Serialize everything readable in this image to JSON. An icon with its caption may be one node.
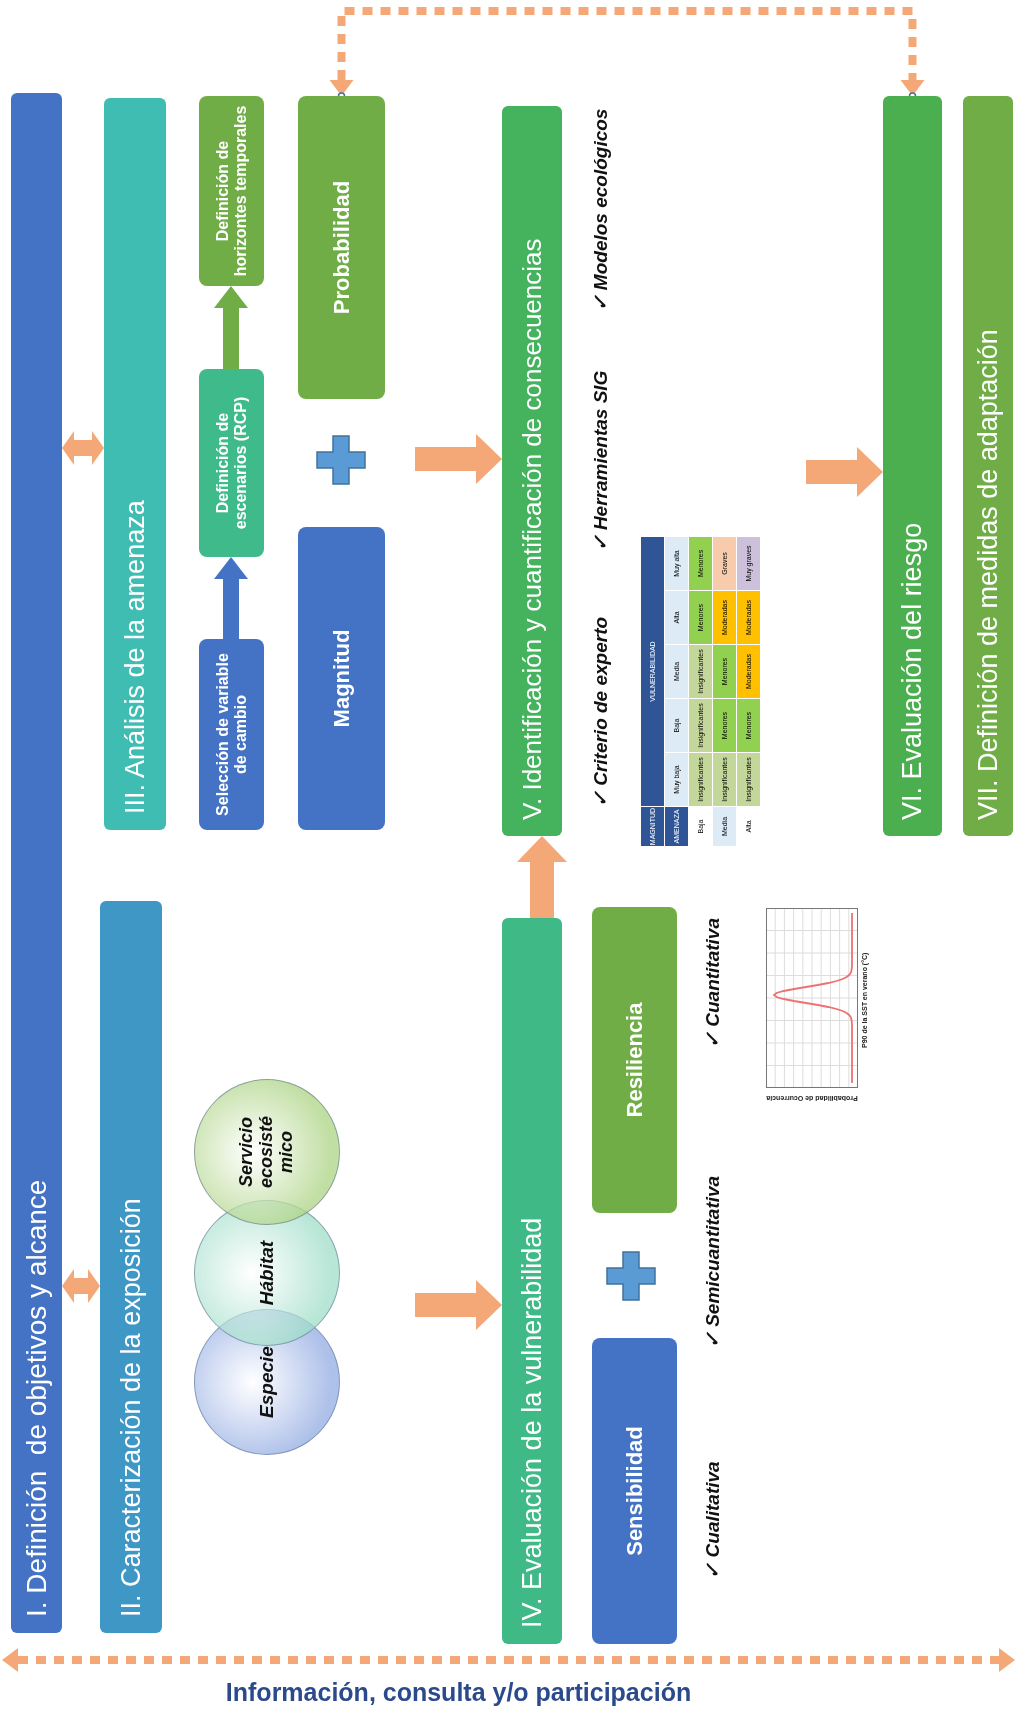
{
  "diagram": {
    "nodes": [
      {
        "text": [
          "I. Definición  de objetivos y alcance"
        ]
      },
      {
        "text": [
          "II. Caracterización de la exposición"
        ]
      },
      {
        "text": [
          "Especie"
        ]
      },
      {
        "text": [
          "Hábitat"
        ]
      },
      {
        "text": [
          "Servicio ecosisté mico"
        ]
      },
      {
        "text": [
          "III. Análisis de la amenaza"
        ]
      },
      {
        "text": [
          "Selección de variable de cambio"
        ]
      },
      {
        "text": [
          "Definición de escenarios (RCP)"
        ]
      },
      {
        "text": [
          "Definición de horizontes temporales"
        ]
      },
      {
        "text": [
          "Magnitud"
        ]
      },
      {
        "text": [
          "Probabilidad"
        ]
      },
      {
        "text": [
          "IV. Evaluación de la vulnerabilidad"
        ]
      },
      {
        "text": [
          "Sensibilidad"
        ]
      },
      {
        "text": [
          "Resiliencia"
        ]
      },
      {
        "text": [
          "V. Identificación y cuantificación de consecuencias"
        ]
      },
      {
        "text": [
          "VI. Evaluación del riesgo"
        ]
      },
      {
        "text": [
          "VII. Definición de medidas de adaptación"
        ]
      }
    ],
    "edges": [
      {
        "from": 0,
        "to": 1,
        "arrow": "both"
      },
      {
        "from": 0,
        "to": 5,
        "arrow": "both"
      },
      {
        "from": 6,
        "to": 7,
        "arrow": "to",
        "color": "#4472c4"
      },
      {
        "from": 7,
        "to": 8,
        "arrow": "to",
        "color": "#70ad47"
      },
      {
        "from": null,
        "to": 11,
        "arrow": "to"
      },
      {
        "from": null,
        "to": 14,
        "arrow": "to"
      },
      {
        "from": 11,
        "to": 14,
        "arrow": "to"
      },
      {
        "from": null,
        "to": 15,
        "arrow": "to"
      },
      {
        "from": 10,
        "to": 15,
        "arrow": "both",
        "style": "dashed"
      }
    ],
    "labels": [
      "✓ Cualitativa",
      "✓ Semicuantitativa",
      "✓ Cuantitativa",
      "✓ Criterio de experto",
      "✓ Herramientas SIG",
      "✓ Modelos ecológicos",
      "MAGNITUD",
      "VULNERABILIDAD",
      "AMENAZA",
      "Muy baja",
      "Baja",
      "Media",
      "Alta",
      "Muy alta",
      "Baja",
      "Insignificantes",
      "Insignificantes",
      "Insignificantes",
      "Menores",
      "Menores",
      "Media",
      "Insignificantes",
      "Menores",
      "Menores",
      "Moderadas",
      "Graves",
      "Alta",
      "Insignificantes",
      "Menores",
      "Moderadas",
      "Moderadas",
      "Muy graves",
      "Probabilidad de Ocurrencia",
      "P90 de la SST en verano (°C)",
      "Información, consulta y/o participación"
    ]
  }
}
